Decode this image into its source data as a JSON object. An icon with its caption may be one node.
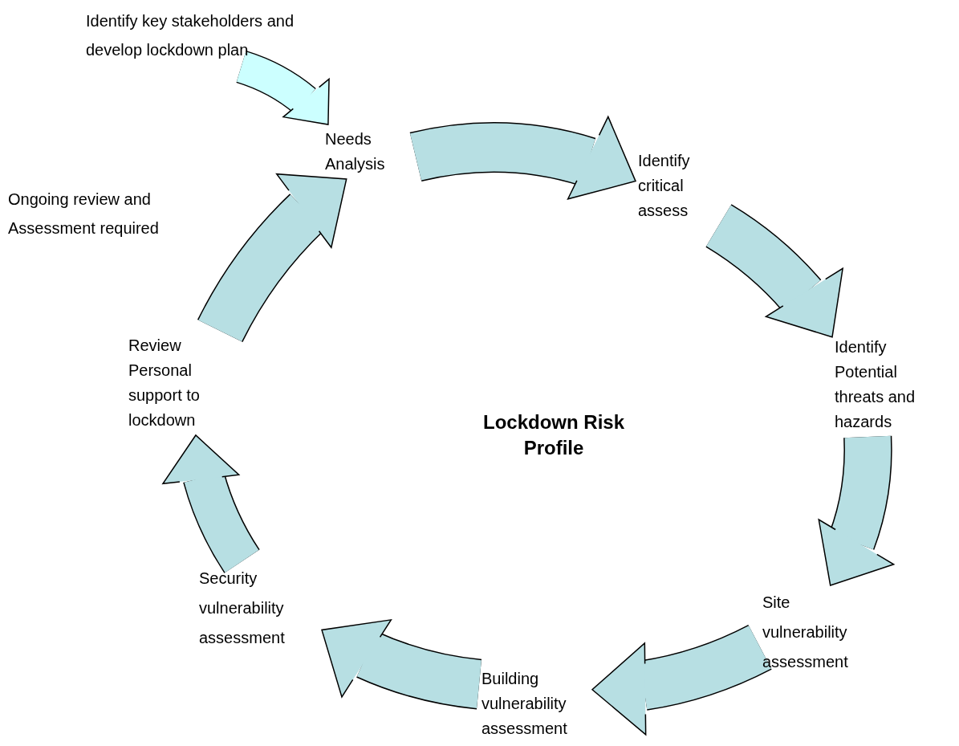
{
  "diagram": {
    "title": "Lockdown Risk Profile",
    "nodes": [
      {
        "text": [
          "Identify key stakeholders and develop lockdown plan"
        ]
      },
      {
        "text": [
          "Needs Analysis"
        ]
      },
      {
        "text": [
          "Identify critical assess"
        ]
      },
      {
        "text": [
          "Identify Potential threats and hazards"
        ]
      },
      {
        "text": [
          "Site vulnerability assessment"
        ]
      },
      {
        "text": [
          "Building vulnerability assessment"
        ]
      },
      {
        "text": [
          "Security vulnerability assessment"
        ]
      },
      {
        "text": [
          "Review Personal support to lockdown"
        ]
      }
    ],
    "edges": [
      {
        "from": 0,
        "to": 1,
        "arrow": "to",
        "color": "#ccffff"
      },
      {
        "from": 1,
        "to": 2,
        "arrow": "to"
      },
      {
        "from": 2,
        "to": 3,
        "arrow": "to"
      },
      {
        "from": 3,
        "to": 4,
        "arrow": "to"
      },
      {
        "from": 4,
        "to": 5,
        "arrow": "to"
      },
      {
        "from": 5,
        "to": 6,
        "arrow": "to"
      },
      {
        "from": 6,
        "to": 7,
        "arrow": "to"
      },
      {
        "from": 7,
        "to": 1,
        "arrow": "to"
      }
    ],
    "labels": [
      "Ongoing review and Assessment required"
    ]
  }
}
